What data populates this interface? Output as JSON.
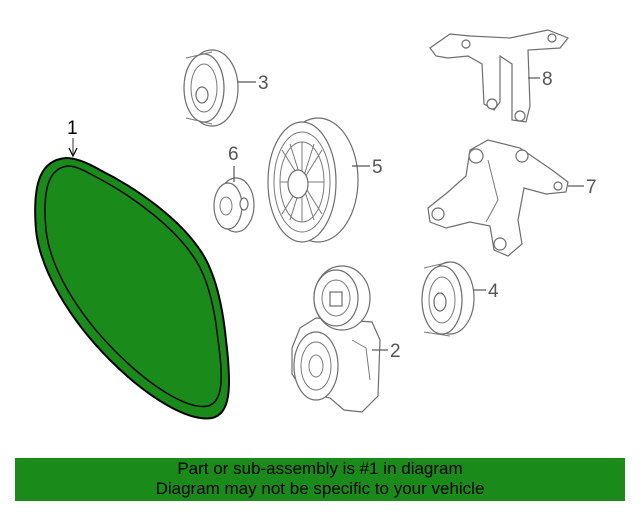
{
  "diagram": {
    "highlight_color": "#1a8a1a",
    "callouts": [
      "1",
      "2",
      "3",
      "4",
      "5",
      "6",
      "7",
      "8"
    ]
  },
  "banner": {
    "line1": "Part or sub-assembly is #1 in diagram",
    "line2": "Diagram may not be specific to your vehicle",
    "background": "#1a8a1a"
  }
}
